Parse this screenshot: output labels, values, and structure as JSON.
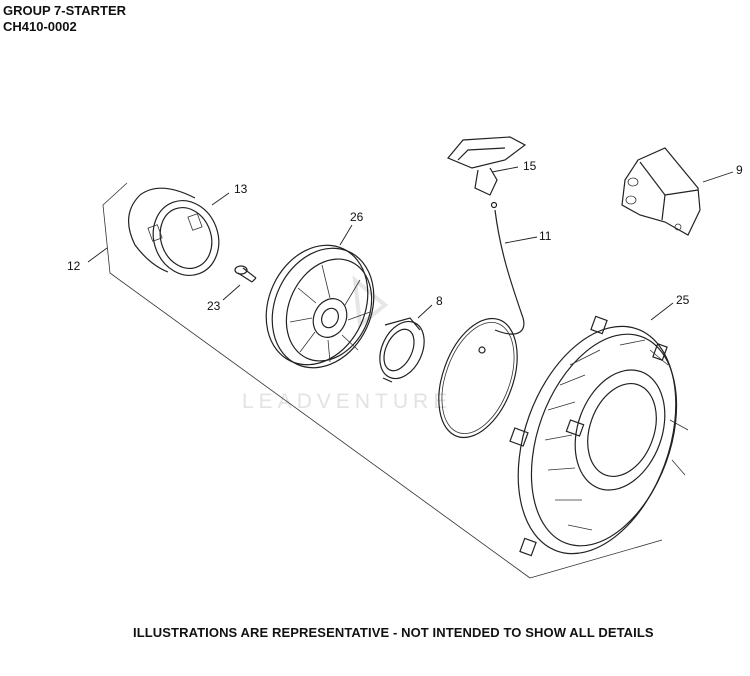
{
  "header": {
    "title": "GROUP 7-STARTER",
    "code": "CH410-0002"
  },
  "watermark": "LEADVENTURE",
  "footer": {
    "disclaimer": "ILLUSTRATIONS ARE REPRESENTATIVE - NOT INTENDED TO SHOW ALL DETAILS"
  },
  "callouts": {
    "c8": "8",
    "c9": "9",
    "c11": "11",
    "c12": "12",
    "c13": "13",
    "c15": "15",
    "c23": "23",
    "c25": "25",
    "c26": "26"
  },
  "icons": {
    "watermark_logo": "leadventure-logo-icon"
  }
}
